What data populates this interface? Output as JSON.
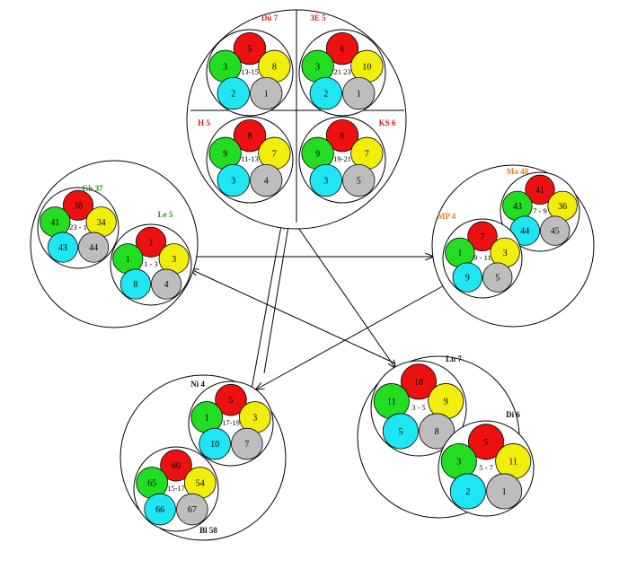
{
  "colors": {
    "red": "#ee1111",
    "yellow": "#f2ee0c",
    "green": "#22dd22",
    "cyan": "#1ee6f2",
    "gray": "#bdbdbd",
    "label_red": "#cc2222",
    "label_orange": "#e57c1e",
    "label_green": "#2e8b22",
    "label_black": "#111111"
  },
  "groups": {
    "fire": {
      "channels": [
        {
          "label": "Dü 7",
          "hours": "13-15",
          "values": {
            "red": "5",
            "yellow": "8",
            "green": "3",
            "cyan": "2",
            "gray": "1"
          }
        },
        {
          "label": "3E 5",
          "hours": "21 23",
          "values": {
            "red": "6",
            "yellow": "10",
            "green": "3",
            "cyan": "2",
            "gray": "1"
          }
        },
        {
          "label": "H 5",
          "hours": "11-13",
          "values": {
            "red": "8",
            "yellow": "7",
            "green": "9",
            "cyan": "3",
            "gray": "4"
          }
        },
        {
          "label": "KS 6",
          "hours": "19-21",
          "values": {
            "red": "8",
            "yellow": "7",
            "green": "9",
            "cyan": "3",
            "gray": "5"
          }
        }
      ]
    },
    "earth": {
      "channels": [
        {
          "label": "Ma 40",
          "hours": "7 - 9",
          "values": {
            "red": "41",
            "yellow": "36",
            "green": "43",
            "cyan": "44",
            "gray": "45"
          }
        },
        {
          "label": "MP 4",
          "hours": "9 - 11",
          "values": {
            "red": "7",
            "yellow": "3",
            "green": "1",
            "cyan": "9",
            "gray": "5"
          }
        }
      ]
    },
    "metal": {
      "channels": [
        {
          "label": "Lu 7",
          "hours": "3 - 5",
          "values": {
            "red": "10",
            "yellow": "9",
            "green": "11",
            "cyan": "5",
            "gray": "8"
          }
        },
        {
          "label": "Di 6",
          "hours": "5 - 7",
          "values": {
            "red": "5",
            "yellow": "11",
            "green": "3",
            "cyan": "2",
            "gray": "1"
          }
        }
      ]
    },
    "water": {
      "channels": [
        {
          "label": "Ni 4",
          "hours": "17-19",
          "values": {
            "red": "5",
            "yellow": "3",
            "green": "1",
            "cyan": "10",
            "gray": "7"
          }
        },
        {
          "label": "Bl 58",
          "hours": "15-17",
          "values": {
            "red": "60",
            "yellow": "54",
            "green": "65",
            "cyan": "66",
            "gray": "67"
          }
        }
      ]
    },
    "wood": {
      "channels": [
        {
          "label": "Gb 37",
          "hours": "23 - 1",
          "values": {
            "red": "38",
            "yellow": "34",
            "green": "41",
            "cyan": "43",
            "gray": "44"
          }
        },
        {
          "label": "Le 5",
          "hours": "1 - 3",
          "values": {
            "red": "1",
            "yellow": "3",
            "green": "1",
            "cyan": "8",
            "gray": "4"
          }
        }
      ]
    }
  }
}
